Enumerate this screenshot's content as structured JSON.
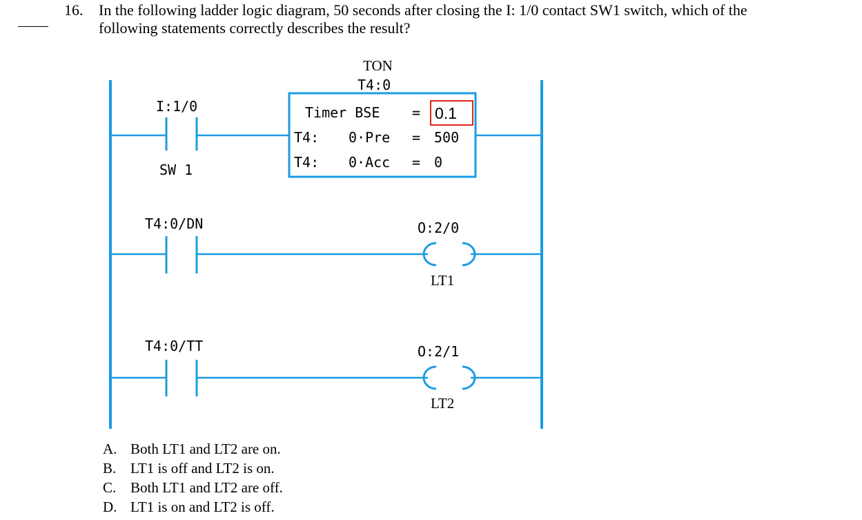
{
  "question": {
    "number": "16.",
    "line1": "In the following ladder logic diagram, 50 seconds after closing the I: 1/0 contact SW1 switch, which of the",
    "line2": "following statements correctly describes the result?"
  },
  "diagram": {
    "colors": {
      "wire": "#1a9be2",
      "highlight": "#e0251b"
    },
    "timer": {
      "type": "TON",
      "address": "T4:0",
      "rows": [
        {
          "name": "Timer BSE",
          "eq": "=",
          "value": "0.1"
        },
        {
          "prefix": "T4:",
          "name": "0·Pre",
          "eq": "=",
          "value": "500"
        },
        {
          "prefix": "T4:",
          "name": "0·Acc",
          "eq": "=",
          "value": "0"
        }
      ]
    },
    "rung1": {
      "contact_address": "I:1/0",
      "contact_label": "SW 1"
    },
    "rung2": {
      "contact_address": "T4:0/DN",
      "coil_address": "O:2/0",
      "coil_label": "LT1"
    },
    "rung3": {
      "contact_address": "T4:0/TT",
      "coil_address": "O:2/1",
      "coil_label": "LT2"
    }
  },
  "options": [
    {
      "letter": "A.",
      "text": "Both LT1 and LT2 are on."
    },
    {
      "letter": "B.",
      "text": "LT1 is off and LT2 is on."
    },
    {
      "letter": "C.",
      "text": "Both LT1 and LT2 are off."
    },
    {
      "letter": "D.",
      "text": "LT1 is on and LT2 is off."
    }
  ]
}
